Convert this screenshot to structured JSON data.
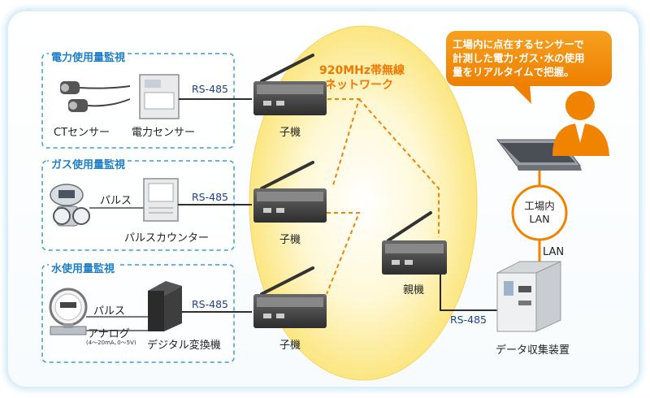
{
  "sections": {
    "power": "電力使用量監視",
    "gas": "ガス使用量監視",
    "water": "水使用量監視"
  },
  "devices": {
    "ct_sensor": "CTセンサー",
    "power_sensor": "電力センサー",
    "pulse_gas": "パルス",
    "pulse_counter": "パルスカウンター",
    "pulse_water": "パルス",
    "analog": "アナログ",
    "analog_range": "(4～20mA､0～5V)",
    "digital_converter": "デジタル変換機"
  },
  "links": {
    "rs485_1": "RS-485",
    "rs485_2": "RS-485",
    "rs485_3": "RS-485",
    "rs485_4": "RS-485",
    "lan": "LAN"
  },
  "network": {
    "line1": "920MHz帯無線",
    "line2": "ネットワーク",
    "child1": "子機",
    "child2": "子機",
    "child3": "子機",
    "parent": "親機"
  },
  "factory_lan": {
    "line1": "工場内",
    "line2": "LAN"
  },
  "collector": "データ収集装置",
  "bubble": {
    "line1": "工場内に点在するセンサーで",
    "line2": "計測した電力･ガス･水の使用",
    "line3": "量をリアルタイムで把握。"
  },
  "colors": {
    "section_border": "#3a9bd5",
    "section_title": "#1f7fc4",
    "rs485_text": "#1d3f8a",
    "orange": "#f08300",
    "ellipse": "#fbe680"
  }
}
